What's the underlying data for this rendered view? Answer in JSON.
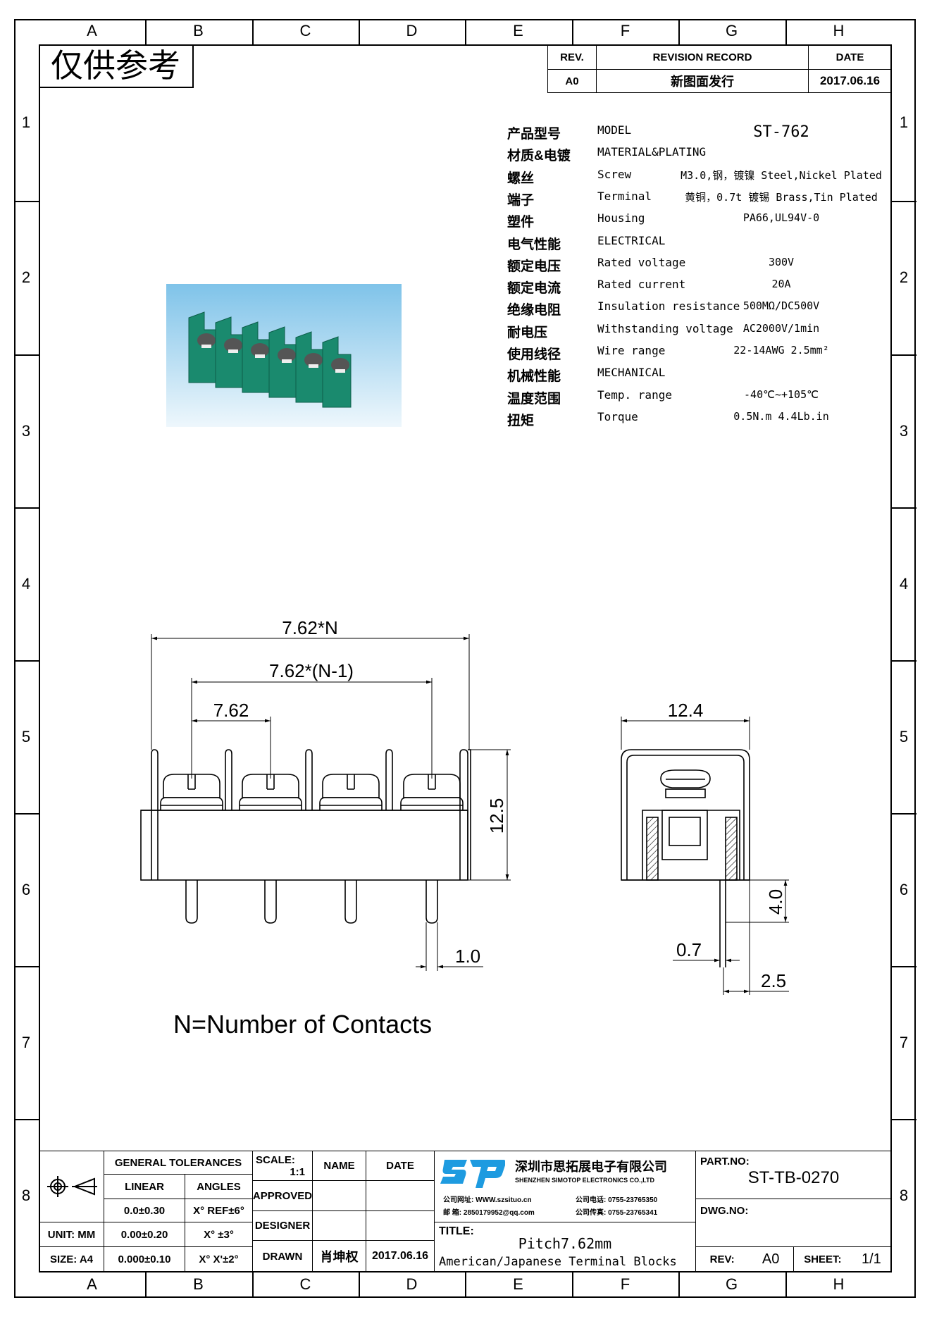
{
  "border": {
    "columns": [
      "A",
      "B",
      "C",
      "D",
      "E",
      "F",
      "G",
      "H"
    ],
    "rows": [
      "1",
      "2",
      "3",
      "4",
      "5",
      "6",
      "7",
      "8"
    ]
  },
  "stamp": "仅供参考",
  "revision": {
    "headers": {
      "rev": "REV.",
      "record": "REVISION RECORD",
      "date": "DATE"
    },
    "entry": {
      "rev": "A0",
      "record": "新图面发行",
      "date": "2017.06.16"
    }
  },
  "specs": [
    {
      "cn": "产品型号",
      "en": "MODEL",
      "value": "ST-762"
    },
    {
      "cn": "材质&电镀",
      "en": "MATERIAL&PLATING",
      "value": ""
    },
    {
      "cn": "螺丝",
      "en": "Screw",
      "value": "M3.0,钢，镀镍 Steel,Nickel Plated"
    },
    {
      "cn": "端子",
      "en": "Terminal",
      "value": "黄铜，0.7t 镀锡 Brass,Tin Plated"
    },
    {
      "cn": "塑件",
      "en": "Housing",
      "value": "PA66,UL94V-0"
    },
    {
      "cn": "电气性能",
      "en": "ELECTRICAL",
      "value": ""
    },
    {
      "cn": "额定电压",
      "en": "Rated voltage",
      "value": "300V"
    },
    {
      "cn": "额定电流",
      "en": "Rated current",
      "value": "20A"
    },
    {
      "cn": "绝缘电阻",
      "en": "Insulation resistance",
      "value": "500MΩ/DC500V"
    },
    {
      "cn": "耐电压",
      "en": "Withstanding voltage",
      "value": "AC2000V/1min"
    },
    {
      "cn": "使用线径",
      "en": "Wire range",
      "value": "22-14AWG 2.5mm²"
    },
    {
      "cn": "机械性能",
      "en": "MECHANICAL",
      "value": ""
    },
    {
      "cn": "温度范围",
      "en": "Temp. range",
      "value": "-40℃~+105℃"
    },
    {
      "cn": "扭矩",
      "en": "Torque",
      "value": "0.5N.m  4.4Lb.in"
    }
  ],
  "drawing": {
    "front": {
      "dim_total": "7.62*N",
      "dim_span": "7.62*(N-1)",
      "dim_pitch": "7.62",
      "dim_height": "12.5",
      "dim_pin": "1.0"
    },
    "side": {
      "dim_width": "12.4",
      "dim_pin_len": "4.0",
      "dim_pin_w": "0.7",
      "dim_offset": "2.5"
    },
    "note": "N=Number of Contacts"
  },
  "colors": {
    "housing": "#1a8a6e",
    "logo": "#1e9be0"
  },
  "title_block": {
    "general_tolerances": "GENERAL TOLERANCES",
    "linear": "LINEAR",
    "angles": "ANGLES",
    "tol_rows": [
      {
        "linear": "0.0±0.30",
        "angle": "X° REF±6°"
      },
      {
        "linear": "0.00±0.20",
        "angle": "X° ±3°"
      },
      {
        "linear": "0.000±0.10",
        "angle": "X° X'±2°"
      }
    ],
    "unit": "UNIT: MM",
    "size": "SIZE: A4",
    "scale_label": "SCALE:",
    "scale_value": "1:1",
    "name": "NAME",
    "date": "DATE",
    "approved": "APPROVED",
    "designer": "DESIGNER",
    "drawn": "DRAWN",
    "drawn_name": "肖坤权",
    "drawn_date": "2017.06.16",
    "company_logo": "STP",
    "company_cn": "深圳市思拓展电子有限公司",
    "company_en": "SHENZHEN SIMOTOP ELECTRONICS CO.,LTD",
    "web_label": "公司网址:",
    "web": "WWW.szsituo.cn",
    "email_label": "邮    箱:",
    "email": "2850179952@qq.com",
    "phone_label": "公司电话:",
    "phone": "0755-23765350",
    "fax_label": "公司传真:",
    "fax": "0755-23765341",
    "title_label": "TITLE:",
    "title_line1": "Pitch7.62mm",
    "title_line2": "American/Japanese Terminal Blocks",
    "part_no_label": "PART.NO:",
    "part_no": "ST-TB-0270",
    "dwg_no_label": "DWG.NO:",
    "rev_label": "REV:",
    "rev": "A0",
    "sheet_label": "SHEET:",
    "sheet": "1/1"
  }
}
